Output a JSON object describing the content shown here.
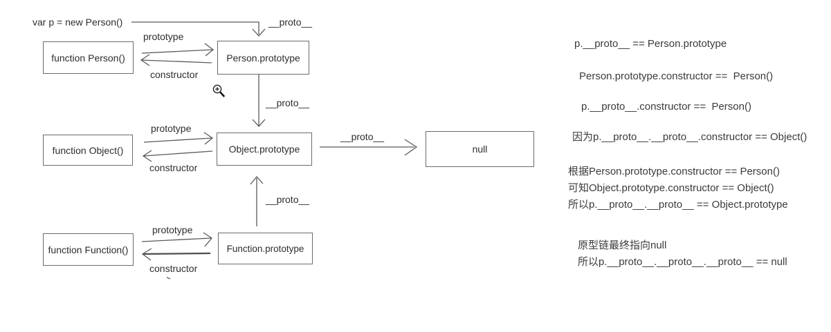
{
  "colors": {
    "diagram_line": "#595959",
    "box_border": "#6a6a6a",
    "diagram_text": "#2d2d2d",
    "note_text": "#3a3a3a"
  },
  "icons": {
    "cursor": "zoom-in-magnifier"
  },
  "diagram": {
    "var_declaration": "var p = new Person()",
    "boxes": {
      "function_person": "function Person()",
      "person_prototype": "Person.prototype",
      "function_object": "function Object()",
      "object_prototype": "Object.prototype",
      "function_function": "function Function()",
      "function_prototype": "Function.prototype",
      "null_value": "null"
    },
    "edge_labels": {
      "prototype": "prototype",
      "constructor": "constructor",
      "proto": "__proto__"
    }
  },
  "notes": {
    "lines": [
      "p.__proto__ == Person.prototype",
      "Person.prototype.constructor ==  Person()",
      "p.__proto__.constructor ==  Person()",
      "因为p.__proto__.__proto__.constructor == Object()",
      "根据Person.prototype.constructor == Person()",
      "可知Object.prototype.constructor == Object()",
      "所以p.__proto__.__proto__ == Object.prototype",
      "原型链最终指向null",
      "所以p.__proto__.__proto__.__proto__ == null"
    ]
  }
}
